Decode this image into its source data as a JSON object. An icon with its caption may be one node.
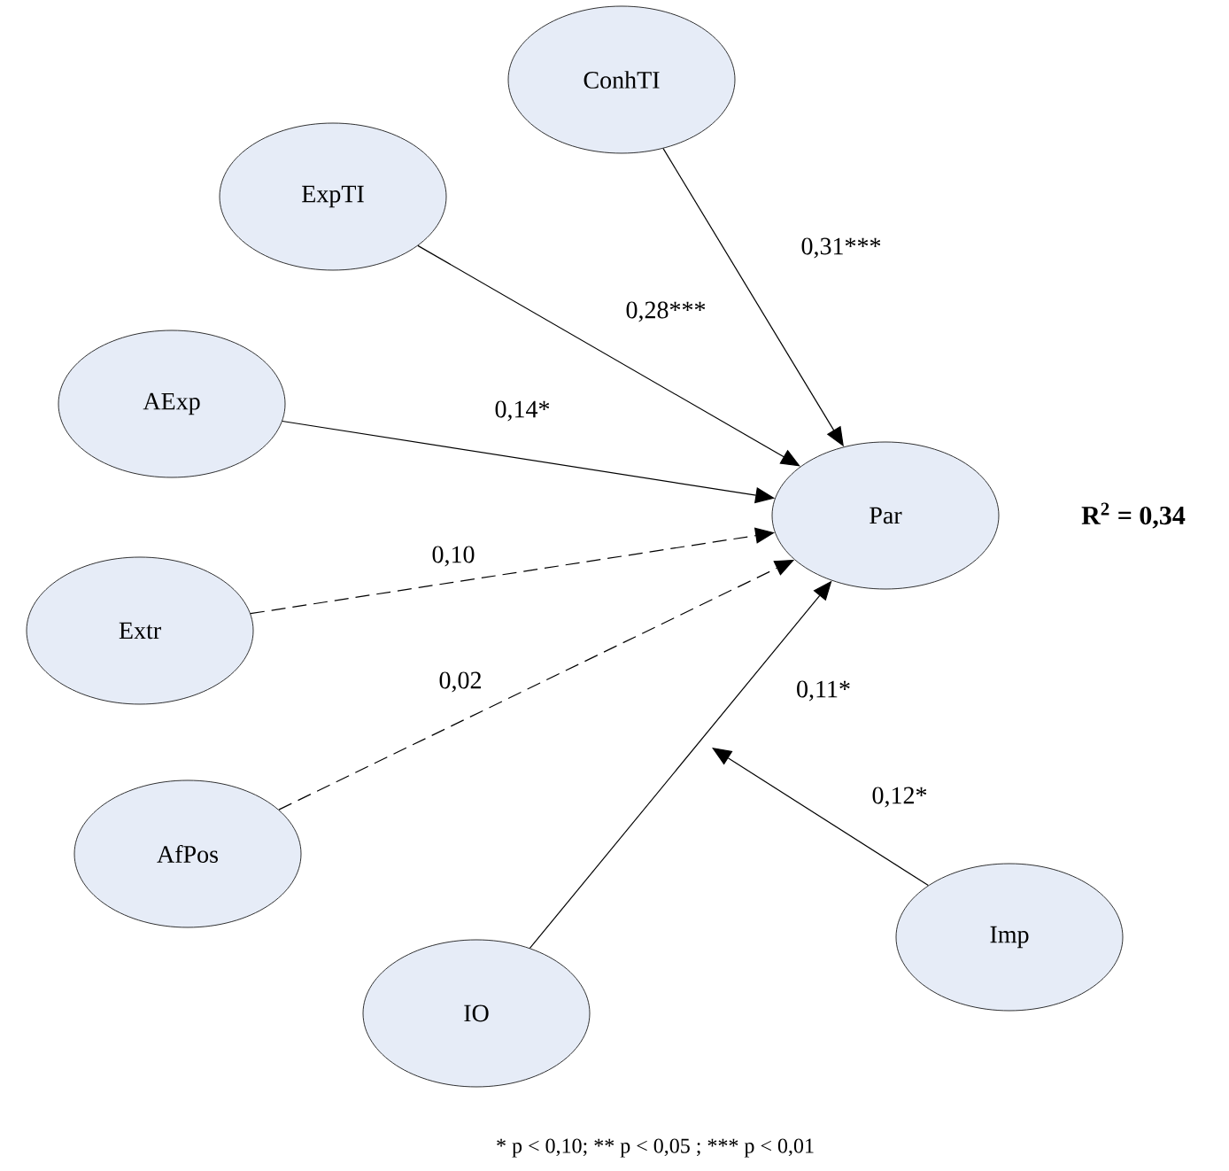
{
  "diagram": {
    "nodes": [
      {
        "text": [
          "ConhTI"
        ]
      },
      {
        "text": [
          "ExpTI"
        ]
      },
      {
        "text": [
          "AExp"
        ]
      },
      {
        "text": [
          "Extr"
        ]
      },
      {
        "text": [
          "AfPos"
        ]
      },
      {
        "text": [
          "IO"
        ]
      },
      {
        "text": [
          "Imp"
        ]
      },
      {
        "text": [
          "Par"
        ]
      }
    ],
    "edges": [
      {
        "from": 0,
        "to": 7,
        "arrow": "to",
        "label": "0,31***"
      },
      {
        "from": 1,
        "to": 7,
        "arrow": "to",
        "label": "0,28***"
      },
      {
        "from": 2,
        "to": 7,
        "arrow": "to",
        "label": "0,14*"
      },
      {
        "from": 3,
        "to": 7,
        "arrow": "to",
        "label": "0,10",
        "style": "dashed"
      },
      {
        "from": 4,
        "to": 7,
        "arrow": "to",
        "label": "0,02",
        "style": "dashed"
      },
      {
        "from": 5,
        "to": 7,
        "arrow": "to",
        "label": "0,11*"
      },
      {
        "from": 6,
        "to": null,
        "arrow": "to",
        "label": "0,12*"
      }
    ],
    "labels": [
      "R$^{2}$ = 0,34",
      "* p < 0,10; ** p < 0,05 ; *** p < 0,01"
    ]
  }
}
